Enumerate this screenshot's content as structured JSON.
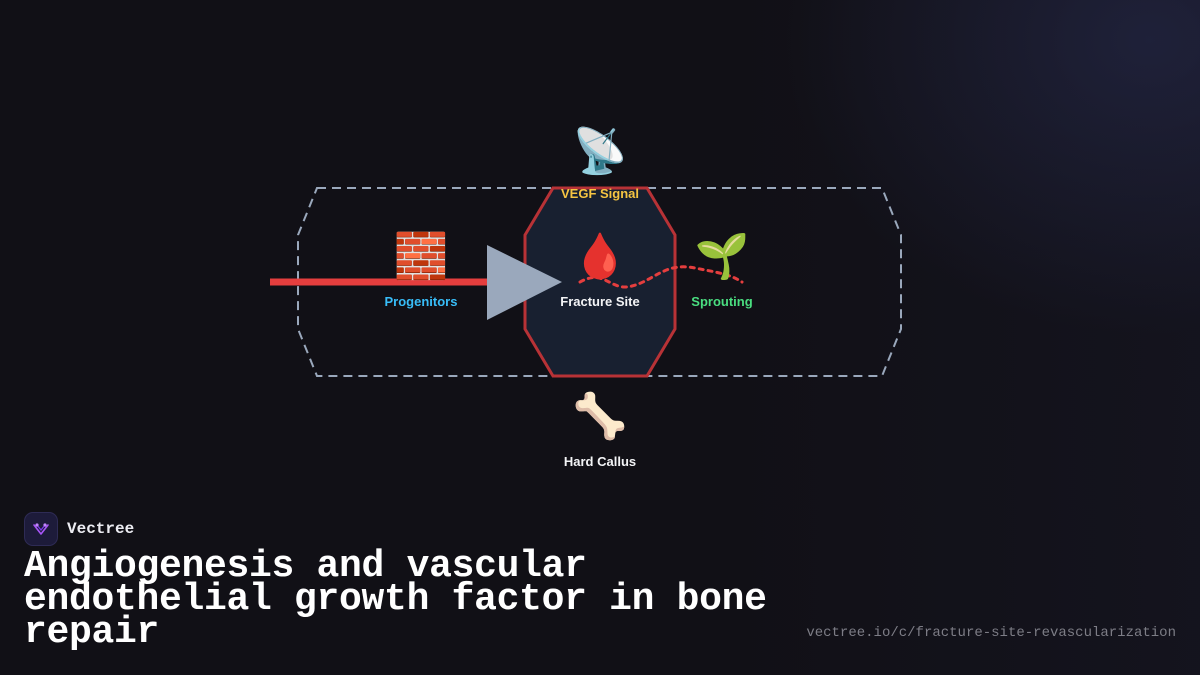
{
  "brand": {
    "name": "Vectree"
  },
  "title": "Angiogenesis and vascular endothelial growth factor in bone repair",
  "url": "vectree.io/c/fracture-site-revascularization",
  "diagram": {
    "nodes": {
      "vegf": {
        "label": "VEGF Signal",
        "icon": "satellite-dish-icon",
        "glyph": "📡",
        "color": "#f5c542"
      },
      "progenitors": {
        "label": "Progenitors",
        "icon": "brick-icon",
        "glyph": "🧱",
        "color": "#38bdf8"
      },
      "fracture": {
        "label": "Fracture Site",
        "icon": "blood-drop-icon",
        "glyph": "🩸",
        "color": "#f3f4f6"
      },
      "sprouting": {
        "label": "Sprouting",
        "icon": "seedling-icon",
        "glyph": "🌱",
        "color": "#4ade80"
      },
      "callus": {
        "label": "Hard Callus",
        "icon": "bone-icon",
        "glyph": "🦴",
        "color": "#f3f4f6"
      }
    },
    "colors": {
      "boundary": "#9aa8bc",
      "octagon_fill": "#182030",
      "octagon_stroke": "#b83236",
      "flow_line": "#e53e3e",
      "arrow": "#9aa8bc",
      "dotted_path": "#e53e3e"
    }
  }
}
